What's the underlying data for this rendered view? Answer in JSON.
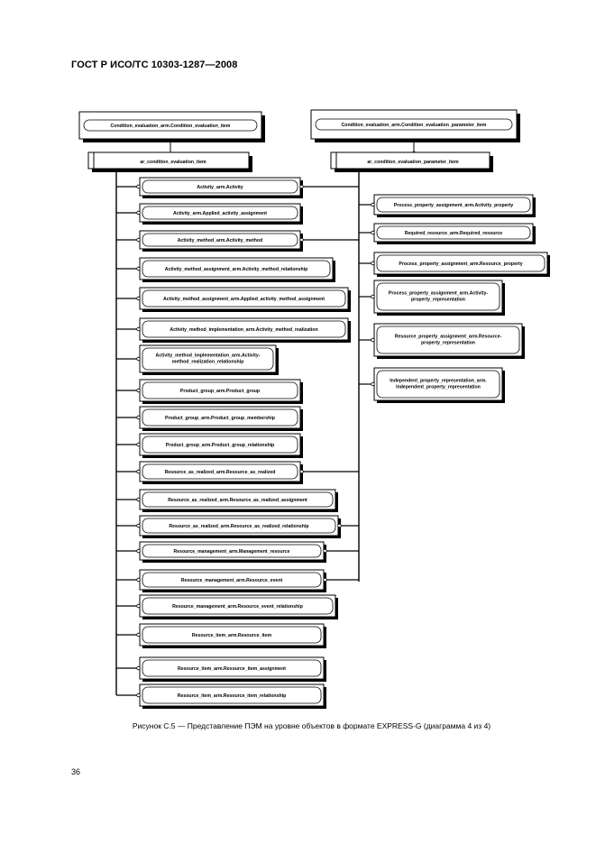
{
  "header": {
    "title": "ГОСТ Р ИСО/ТС 10303-1287—2008"
  },
  "caption": "Рисунок С.5 — Представление ПЭМ на уровне объектов в формате EXPRESS-G (диаграмма 4 из 4)",
  "page_number": "36",
  "diagram": {
    "top_left": "Condition_evaluation_arm.Condition_evaluation_item",
    "top_right": "Condition_evaluation_arm.Condition_evaluation_parameter_item",
    "left_select": "ar_condition_evaluation_item",
    "right_select": "ar_condition_evaluation_parameter_item",
    "left_entities": [
      [
        "Activity_arm.Activity"
      ],
      [
        "Activity_arm.Applied_activity_assignment"
      ],
      [
        "Activity_method_arm.Activity_method"
      ],
      [
        "Activity_method_assignment_arm.Activity_method_relationship"
      ],
      [
        "Activity_method_assignment_arm.Applied_activity_method_assignment"
      ],
      [
        "Activity_method_implementation_arm.Activity_method_realization"
      ],
      [
        "Activity_method_implementation_arm.Activity-",
        "method_realization_relationship"
      ],
      [
        "Product_group_arm.Product_group"
      ],
      [
        "Product_group_arm.Product_group_membership"
      ],
      [
        "Product_group_arm.Product_group_relationship"
      ],
      [
        "Resource_as_realized_arm.Resource_as_realized"
      ],
      [
        "Resource_as_realized_arm.Resource_as_realized_assignment"
      ],
      [
        "Resource_as_realized_arm.Resource_as_realized_relationship"
      ],
      [
        "Resource_management_arm.Management_resource"
      ],
      [
        "Resource_management_arm.Resource_event"
      ],
      [
        "Resource_management_arm.Resource_event_relationship"
      ],
      [
        "Resource_item_arm.Resource_item"
      ],
      [
        "Resource_item_arm.Resource_item_assignment"
      ],
      [
        "Resource_item_arm.Resource_item_relationship"
      ]
    ],
    "right_entities": [
      [
        "Process_property_assignment_arm.Activity_property"
      ],
      [
        "Required_resource_arm.Required_resource"
      ],
      [
        "Process_property_assignment_arm.Resource_property"
      ],
      [
        "Process_property_assignment_arm.Activity-",
        "property_representation"
      ],
      [
        "Resource_property_assignment_arm.Resource-",
        "property_representation"
      ],
      [
        "Independent_property_representation_arm.",
        "Independent_property_representation"
      ]
    ]
  }
}
